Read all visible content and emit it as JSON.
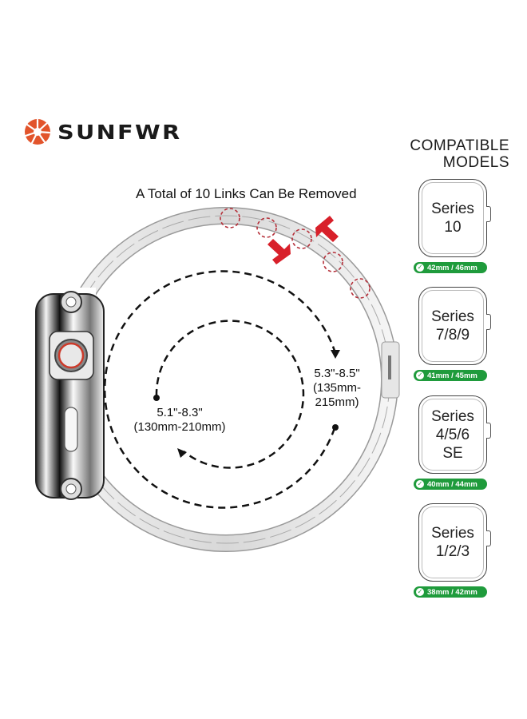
{
  "brand": {
    "name": "SUNFWR",
    "logo_color": "#e2542b"
  },
  "compatible": {
    "title_line1": "COMPATIBLE",
    "title_line2": "MODELS"
  },
  "headline": "A Total of 10 Links Can Be Removed",
  "measurements": {
    "outer": {
      "line1": "5.3\"-8.5\"",
      "line2": "(135mm-",
      "line3": "215mm)"
    },
    "inner": {
      "line1": "5.1\"-8.3\"",
      "line2": "(130mm-210mm)"
    }
  },
  "models": [
    {
      "line1": "Series",
      "line2": "10",
      "line3": "",
      "sizes": "42mm / 46mm"
    },
    {
      "line1": "Series",
      "line2": "7/8/9",
      "line3": "",
      "sizes": "41mm / 45mm"
    },
    {
      "line1": "Series",
      "line2": "4/5/6",
      "line3": "SE",
      "sizes": "40mm / 44mm"
    },
    {
      "line1": "Series",
      "line2": "1/2/3",
      "line3": "",
      "sizes": "38mm / 42mm"
    }
  ],
  "colors": {
    "badge_green": "#1f9b3c",
    "arrow_red": "#d8202a",
    "highlight_circle": "#b5303a"
  },
  "icons": {
    "logo": "sunburst-logo-icon",
    "check": "checkmark-icon",
    "arrows": "red-pointer-arrow-icon"
  }
}
